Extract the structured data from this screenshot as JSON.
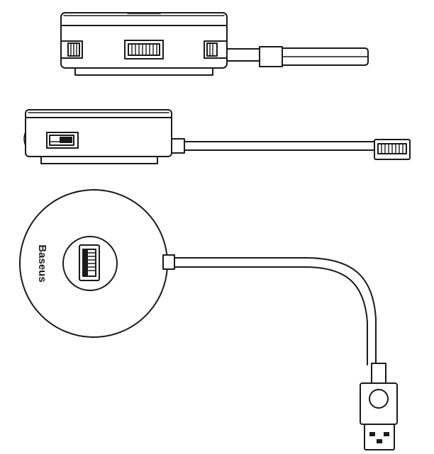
{
  "brand_label": "Baseus",
  "colors": {
    "line": "#1a1a1a",
    "background": "#ffffff"
  },
  "views": [
    "side-view-top",
    "side-view-middle",
    "top-view"
  ]
}
